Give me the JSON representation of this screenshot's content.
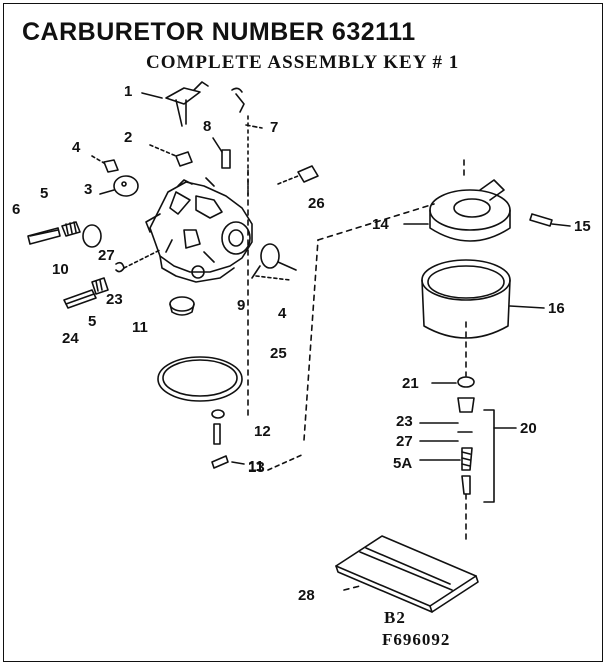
{
  "title": "CARBURETOR NUMBER 632111",
  "subtitle": "COMPLETE ASSEMBLY KEY # 1",
  "reference_code": "B2",
  "figure_number": "F696092",
  "callouts": [
    {
      "label": "1"
    },
    {
      "label": "2"
    },
    {
      "label": "3"
    },
    {
      "label": "4"
    },
    {
      "label": "4"
    },
    {
      "label": "5"
    },
    {
      "label": "5"
    },
    {
      "label": "5A"
    },
    {
      "label": "6"
    },
    {
      "label": "7"
    },
    {
      "label": "8"
    },
    {
      "label": "9"
    },
    {
      "label": "10"
    },
    {
      "label": "11"
    },
    {
      "label": "11"
    },
    {
      "label": "12"
    },
    {
      "label": "13"
    },
    {
      "label": "14"
    },
    {
      "label": "15"
    },
    {
      "label": "16"
    },
    {
      "label": "20"
    },
    {
      "label": "21"
    },
    {
      "label": "23"
    },
    {
      "label": "23"
    },
    {
      "label": "24"
    },
    {
      "label": "25"
    },
    {
      "label": "26"
    },
    {
      "label": "27"
    },
    {
      "label": "27"
    },
    {
      "label": "28"
    }
  ]
}
